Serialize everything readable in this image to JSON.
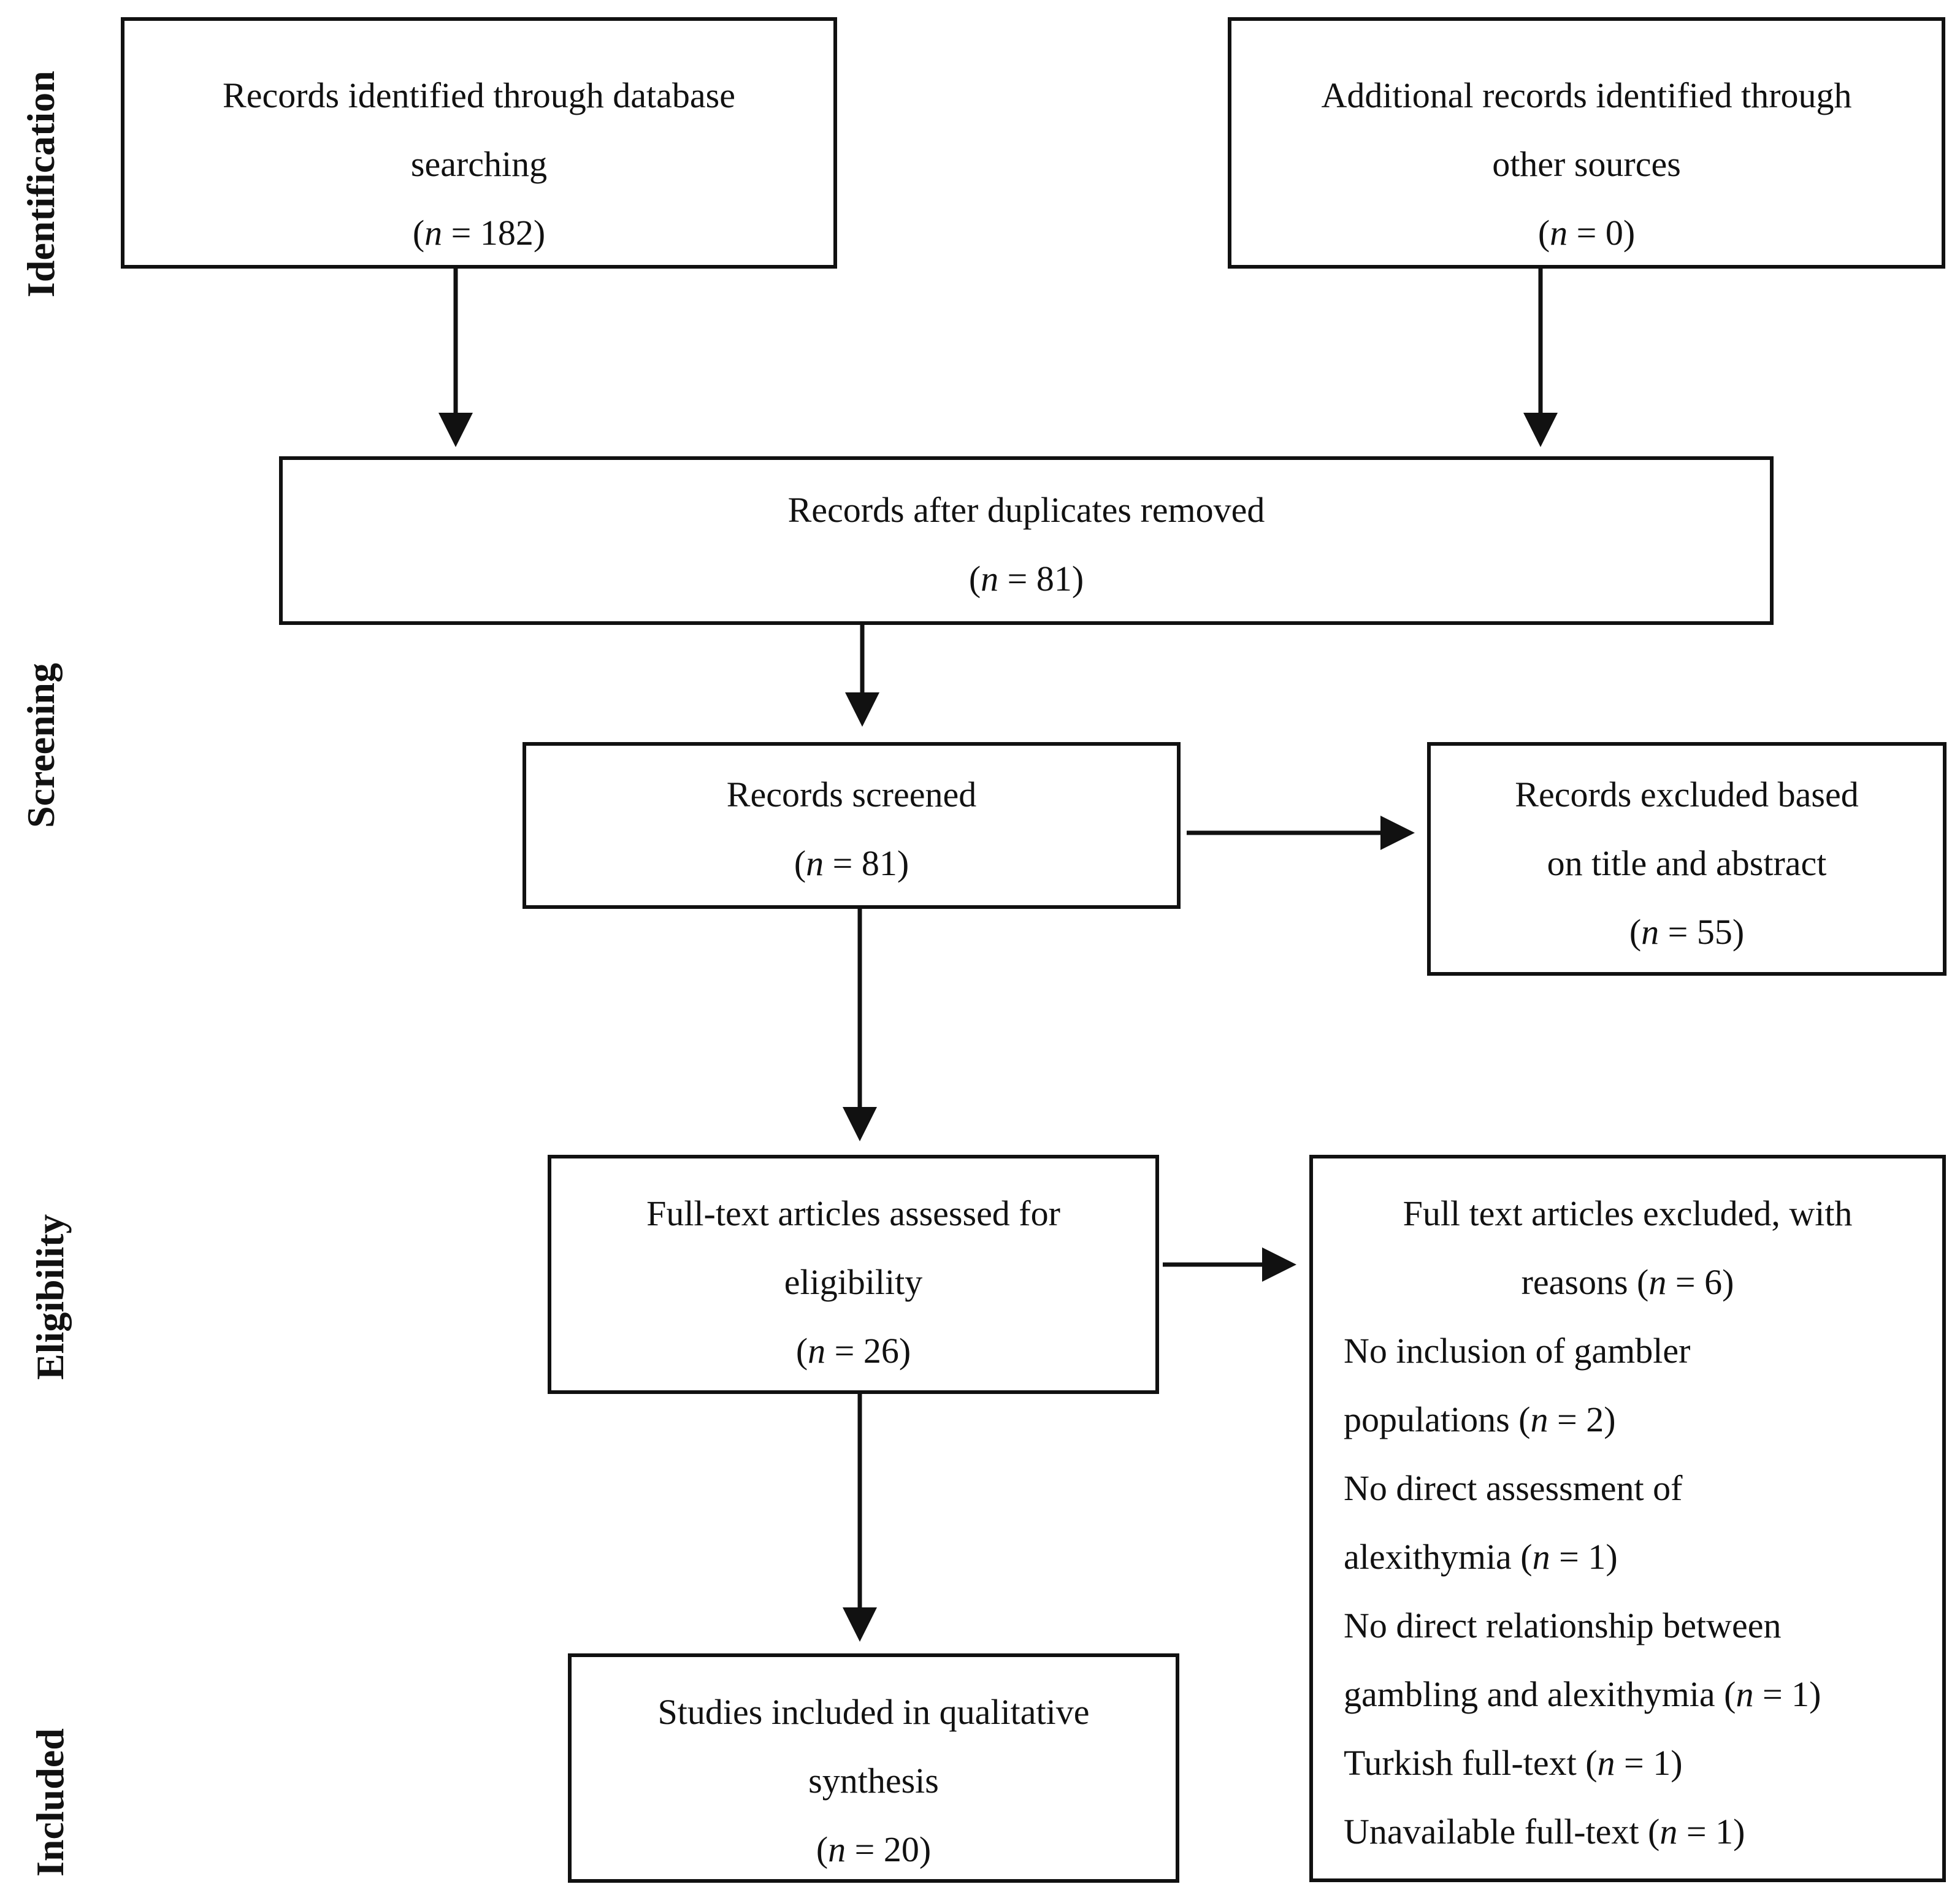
{
  "stages": {
    "identification": "Identification",
    "screening": "Screening",
    "eligibility": "Eligibility",
    "included": "Included"
  },
  "boxes": {
    "db_search": {
      "line1": "Records identified through database",
      "line2": "searching",
      "n_prefix": "(",
      "n_var": "n",
      "n_suffix": " = 182)"
    },
    "other_sources": {
      "line1": "Additional records identified through",
      "line2": "other sources",
      "n_prefix": "(",
      "n_var": "n",
      "n_suffix": " = 0)"
    },
    "duplicates_removed": {
      "line1": "Records after duplicates removed",
      "n_prefix": "(",
      "n_var": "n",
      "n_suffix": " = 81)"
    },
    "screened": {
      "line1": "Records screened",
      "n_prefix": "(",
      "n_var": "n",
      "n_suffix": " = 81)"
    },
    "excluded_title_abstract": {
      "line1": "Records excluded based",
      "line2": "on title and abstract",
      "n_prefix": "(",
      "n_var": "n",
      "n_suffix": " = 55)"
    },
    "full_text_assessed": {
      "line1": "Full-text articles assessed for",
      "line2": "eligibility",
      "n_prefix": "(",
      "n_var": "n",
      "n_suffix": " = 26)"
    },
    "full_text_excluded": {
      "line1": "Full text articles excluded, with",
      "line2_pre": "reasons (",
      "line2_var": "n",
      "line2_post": " = 6)",
      "reasons": [
        {
          "a": "No inclusion of gambler",
          "b_pre": "populations (",
          "b_var": "n",
          "b_post": " = 2)"
        },
        {
          "a": "No direct assessment of",
          "b_pre": "alexithymia (",
          "b_var": "n",
          "b_post": " = 1)"
        },
        {
          "a": "No direct relationship between",
          "b_pre": "gambling and alexithymia (",
          "b_var": "n",
          "b_post": " = 1)"
        }
      ],
      "single_reasons": [
        {
          "pre": "Turkish full-text (",
          "var": "n",
          "post": " = 1)"
        },
        {
          "pre": "Unavailable full-text (",
          "var": "n",
          "post": " = 1)"
        }
      ]
    },
    "included_studies": {
      "line1": "Studies included in qualitative",
      "line2": "synthesis",
      "n_prefix": "(",
      "n_var": "n",
      "n_suffix": " = 20)"
    }
  }
}
